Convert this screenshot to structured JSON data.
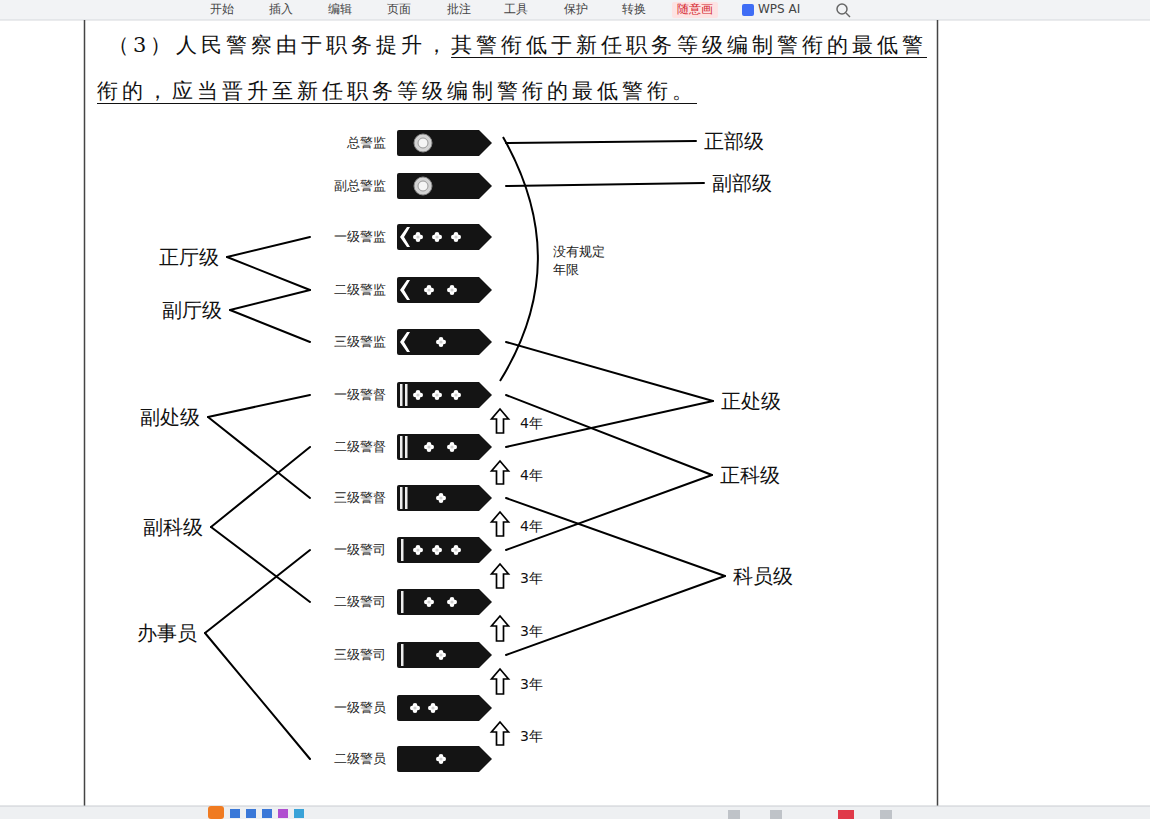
{
  "diagram": {
    "nodes": [
      {
        "text": [
          "总警监"
        ]
      },
      {
        "text": [
          "副总警监"
        ]
      },
      {
        "text": [
          "一级警监"
        ]
      },
      {
        "text": [
          "二级警监"
        ]
      },
      {
        "text": [
          "三级警监"
        ]
      },
      {
        "text": [
          "一级警督"
        ]
      },
      {
        "text": [
          "二级警督"
        ]
      },
      {
        "text": [
          "三级警督"
        ]
      },
      {
        "text": [
          "一级警司"
        ]
      },
      {
        "text": [
          "二级警司"
        ]
      },
      {
        "text": [
          "三级警司"
        ]
      },
      {
        "text": [
          "一级警员"
        ]
      },
      {
        "text": [
          "二级警员"
        ]
      },
      {
        "text": [
          "正厅级"
        ]
      },
      {
        "text": [
          "副厅级"
        ]
      },
      {
        "text": [
          "副处级"
        ]
      },
      {
        "text": [
          "副科级"
        ]
      },
      {
        "text": [
          "办事员"
        ]
      },
      {
        "text": [
          "正部级"
        ]
      },
      {
        "text": [
          "副部级"
        ]
      },
      {
        "text": [
          "正处级"
        ]
      },
      {
        "text": [
          "正科级"
        ]
      },
      {
        "text": [
          "科员级"
        ]
      }
    ],
    "edges": [
      {
        "from": 13,
        "to": 2,
        "arrow": "none"
      },
      {
        "from": 13,
        "to": 3,
        "arrow": "none"
      },
      {
        "from": 14,
        "to": 3,
        "arrow": "none"
      },
      {
        "from": 14,
        "to": 4,
        "arrow": "none"
      },
      {
        "from": 15,
        "to": 5,
        "arrow": "none"
      },
      {
        "from": 15,
        "to": 7,
        "arrow": "none"
      },
      {
        "from": 16,
        "to": 6,
        "arrow": "none"
      },
      {
        "from": 16,
        "to": 9,
        "arrow": "none"
      },
      {
        "from": 17,
        "to": 8,
        "arrow": "none"
      },
      {
        "from": 17,
        "to": 12,
        "arrow": "none"
      },
      {
        "from": 18,
        "to": 0,
        "arrow": "none"
      },
      {
        "from": 19,
        "to": 1,
        "arrow": "none"
      },
      {
        "from": 20,
        "to": 4,
        "arrow": "none"
      },
      {
        "from": 20,
        "to": 6,
        "arrow": "none"
      },
      {
        "from": 21,
        "to": 5,
        "arrow": "none"
      },
      {
        "from": 21,
        "to": 8,
        "arrow": "none"
      },
      {
        "from": 22,
        "to": 7,
        "arrow": "none"
      },
      {
        "from": 22,
        "to": 10,
        "arrow": "none"
      },
      {
        "from": 6,
        "to": 5,
        "label": "4年",
        "arrow": "to"
      },
      {
        "from": 7,
        "to": 6,
        "label": "4年",
        "arrow": "to"
      },
      {
        "from": 8,
        "to": 7,
        "label": "4年",
        "arrow": "to"
      },
      {
        "from": 9,
        "to": 8,
        "label": "3年",
        "arrow": "to"
      },
      {
        "from": 10,
        "to": 9,
        "label": "3年",
        "arrow": "to"
      },
      {
        "from": 11,
        "to": 10,
        "label": "3年",
        "arrow": "to"
      },
      {
        "from": 12,
        "to": 11,
        "label": "3年",
        "arrow": "to"
      }
    ],
    "labels": [
      "开始",
      "插入",
      "编辑",
      "页面",
      "批注",
      "工具",
      "保护",
      "转换",
      "随意画",
      "WPS AI",
      "（3）人民警察由于职务提升，",
      "其警衔低于新任职务等级编制警衔的最低警衔的，应当晋升至新任职务等级编制警衔的最低警衔。",
      "没有规定年限"
    ]
  }
}
